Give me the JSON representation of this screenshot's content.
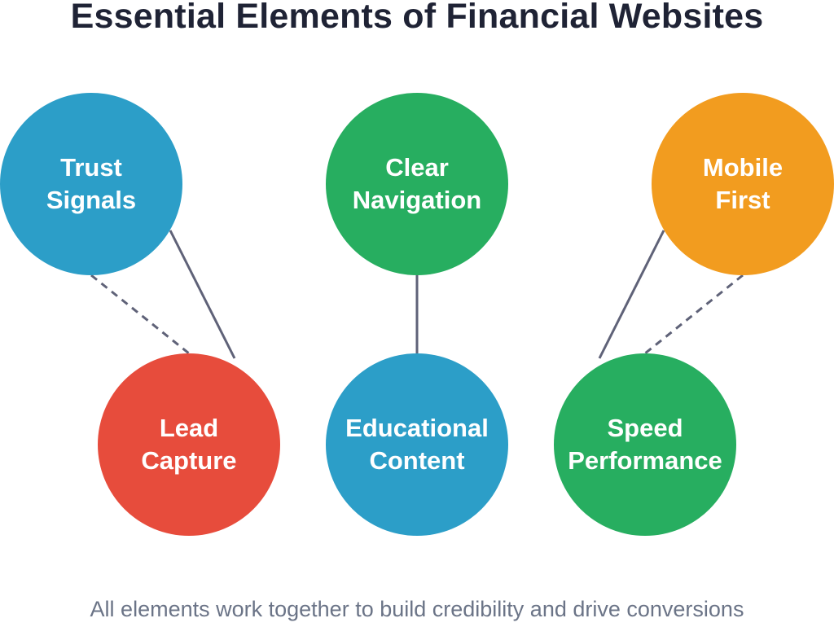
{
  "title": "Essential Elements of Financial Websites",
  "footer": "All elements work together to build credibility and drive conversions",
  "colors": {
    "blue": "#2c9ec8",
    "green": "#27ae60",
    "orange": "#f29c1f",
    "red": "#e74c3c",
    "connector": "#5f6278"
  },
  "nodes": [
    {
      "id": "trust-signals",
      "line1": "Trust",
      "line2": "Signals",
      "color": "#2c9ec8"
    },
    {
      "id": "clear-navigation",
      "line1": "Clear",
      "line2": "Navigation",
      "color": "#27ae60"
    },
    {
      "id": "mobile-first",
      "line1": "Mobile",
      "line2": "First",
      "color": "#f29c1f"
    },
    {
      "id": "lead-capture",
      "line1": "Lead",
      "line2": "Capture",
      "color": "#e74c3c"
    },
    {
      "id": "educational-content",
      "line1": "Educational",
      "line2": "Content",
      "color": "#2c9ec8"
    },
    {
      "id": "speed-performance",
      "line1": "Speed",
      "line2": "Performance",
      "color": "#27ae60"
    }
  ],
  "connections": [
    {
      "from": "trust-signals",
      "to": "lead-capture",
      "style": "solid"
    },
    {
      "from": "trust-signals",
      "to": "lead-capture",
      "style": "dashed"
    },
    {
      "from": "clear-navigation",
      "to": "educational-content",
      "style": "solid"
    },
    {
      "from": "mobile-first",
      "to": "speed-performance",
      "style": "solid"
    },
    {
      "from": "mobile-first",
      "to": "speed-performance",
      "style": "dashed"
    }
  ]
}
